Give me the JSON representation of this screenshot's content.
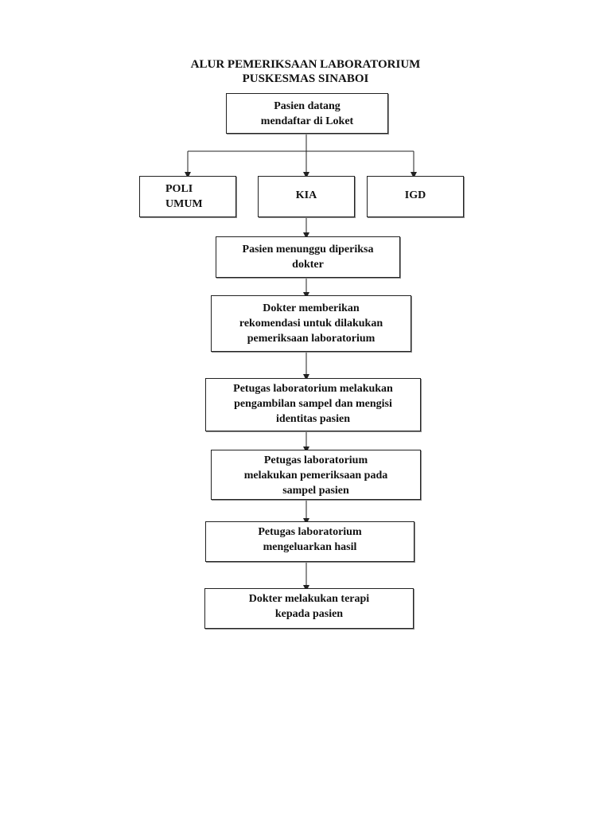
{
  "title": {
    "line1": "ALUR PEMERIKSAAN LABORATORIUM",
    "line2": "PUSKESMAS SINABOI"
  },
  "nodes": {
    "start": [
      "Pasien datang",
      "mendaftar di Loket"
    ],
    "poli_umum": [
      "POLI",
      "UMUM"
    ],
    "kia": [
      "KIA"
    ],
    "igd": [
      "IGD"
    ],
    "wait": [
      "Pasien menunggu diperiksa",
      "dokter"
    ],
    "recommend": [
      "Dokter memberikan",
      "rekomendasi untuk dilakukan",
      "pemeriksaan laboratorium"
    ],
    "sampling": [
      "Petugas laboratorium melakukan",
      "pengambilan sampel dan mengisi",
      "identitas pasien"
    ],
    "examine": [
      "Petugas laboratorium",
      "melakukan pemeriksaan pada",
      "sampel pasien"
    ],
    "result": [
      "Petugas laboratorium",
      "mengeluarkan hasil"
    ],
    "therapy": [
      "Dokter melakukan terapi",
      "kepada pasien"
    ]
  },
  "colors": {
    "line": "#222222",
    "text": "#111111"
  }
}
